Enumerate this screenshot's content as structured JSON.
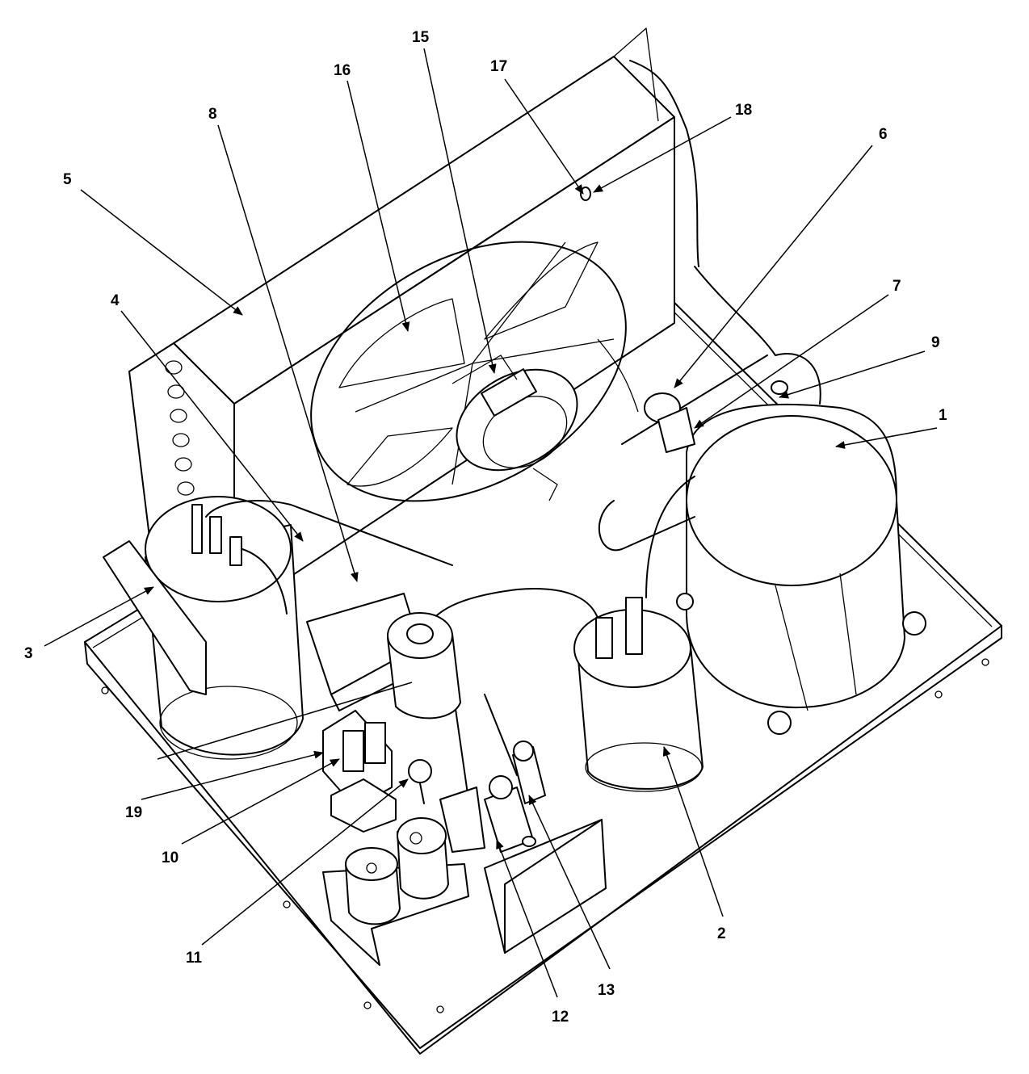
{
  "callouts": [
    {
      "id": "1",
      "label": "1"
    },
    {
      "id": "2",
      "label": "2"
    },
    {
      "id": "3",
      "label": "3"
    },
    {
      "id": "4",
      "label": "4"
    },
    {
      "id": "5",
      "label": "5"
    },
    {
      "id": "6",
      "label": "6"
    },
    {
      "id": "7",
      "label": "7"
    },
    {
      "id": "8",
      "label": "8"
    },
    {
      "id": "9",
      "label": "9"
    },
    {
      "id": "10",
      "label": "10"
    },
    {
      "id": "11",
      "label": "11"
    },
    {
      "id": "12",
      "label": "12"
    },
    {
      "id": "13",
      "label": "13"
    },
    {
      "id": "15",
      "label": "15"
    },
    {
      "id": "16",
      "label": "16"
    },
    {
      "id": "17",
      "label": "17"
    },
    {
      "id": "18",
      "label": "18"
    },
    {
      "id": "19",
      "label": "19"
    }
  ]
}
